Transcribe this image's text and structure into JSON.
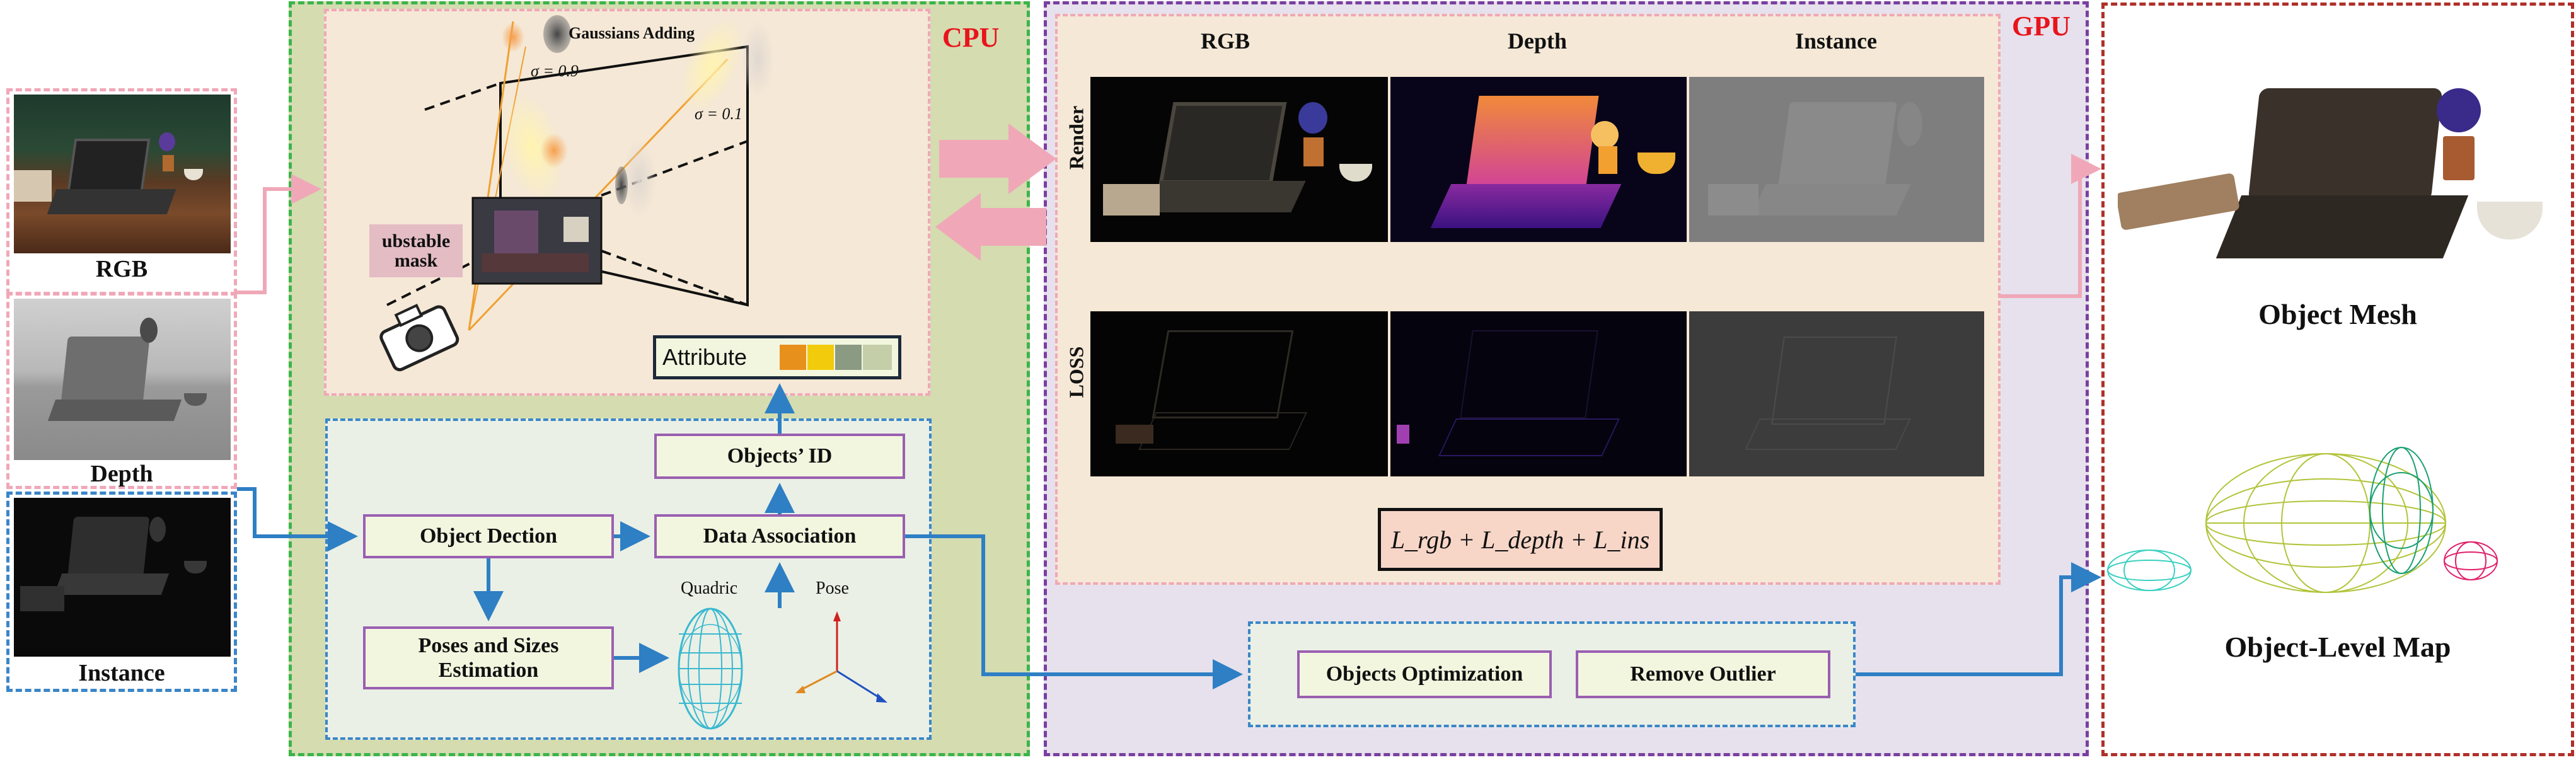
{
  "inputs": {
    "rgb_label": "RGB",
    "depth_label": "Depth",
    "instance_label": "Instance"
  },
  "cpu": {
    "title": "CPU",
    "gaussians_adding": "Gaussians Adding",
    "sigma_high": "σ = 0.9",
    "sigma_low": "σ = 0.1",
    "unstable_mask_line1": "ubstable",
    "unstable_mask_line2": "mask",
    "attribute_label": "Attribute",
    "attribute_colors": [
      "#e8901c",
      "#f2cc0c",
      "#8a9a83",
      "#c4cfaa"
    ],
    "objects_id": "Objects’ ID",
    "object_detection": "Object Dection",
    "data_association": "Data Association",
    "poses_sizes_line1": "Poses and Sizes",
    "poses_sizes_line2": "Estimation",
    "quadric_label": "Quadric",
    "pose_label": "Pose"
  },
  "gpu": {
    "title": "GPU",
    "col_rgb": "RGB",
    "col_depth": "Depth",
    "col_instance": "Instance",
    "row_render": "Render",
    "row_loss": "LOSS",
    "loss_formula": "L_rgb + L_depth + L_ins",
    "objects_optimization": "Objects Optimization",
    "remove_outlier": "Remove Outlier"
  },
  "output": {
    "object_mesh": "Object Mesh",
    "object_level_map": "Object-Level Map"
  },
  "colors": {
    "cpu_panel": "#d4dcb0",
    "cpu_border": "#3cb44a",
    "gpu_panel": "#e6e1ec",
    "gpu_border": "#7a3fa0",
    "render_panel": "#f5e8d6",
    "pink_border": "#f0a8b8",
    "blue_border": "#3a86c8",
    "red_border": "#b0302a",
    "title_red": "#e8141c",
    "node_border": "#9a5fb0",
    "node_fill": "#f3f6df",
    "arrow_blue": "#2e7fc4",
    "arrow_pink": "#f0a8b8"
  }
}
